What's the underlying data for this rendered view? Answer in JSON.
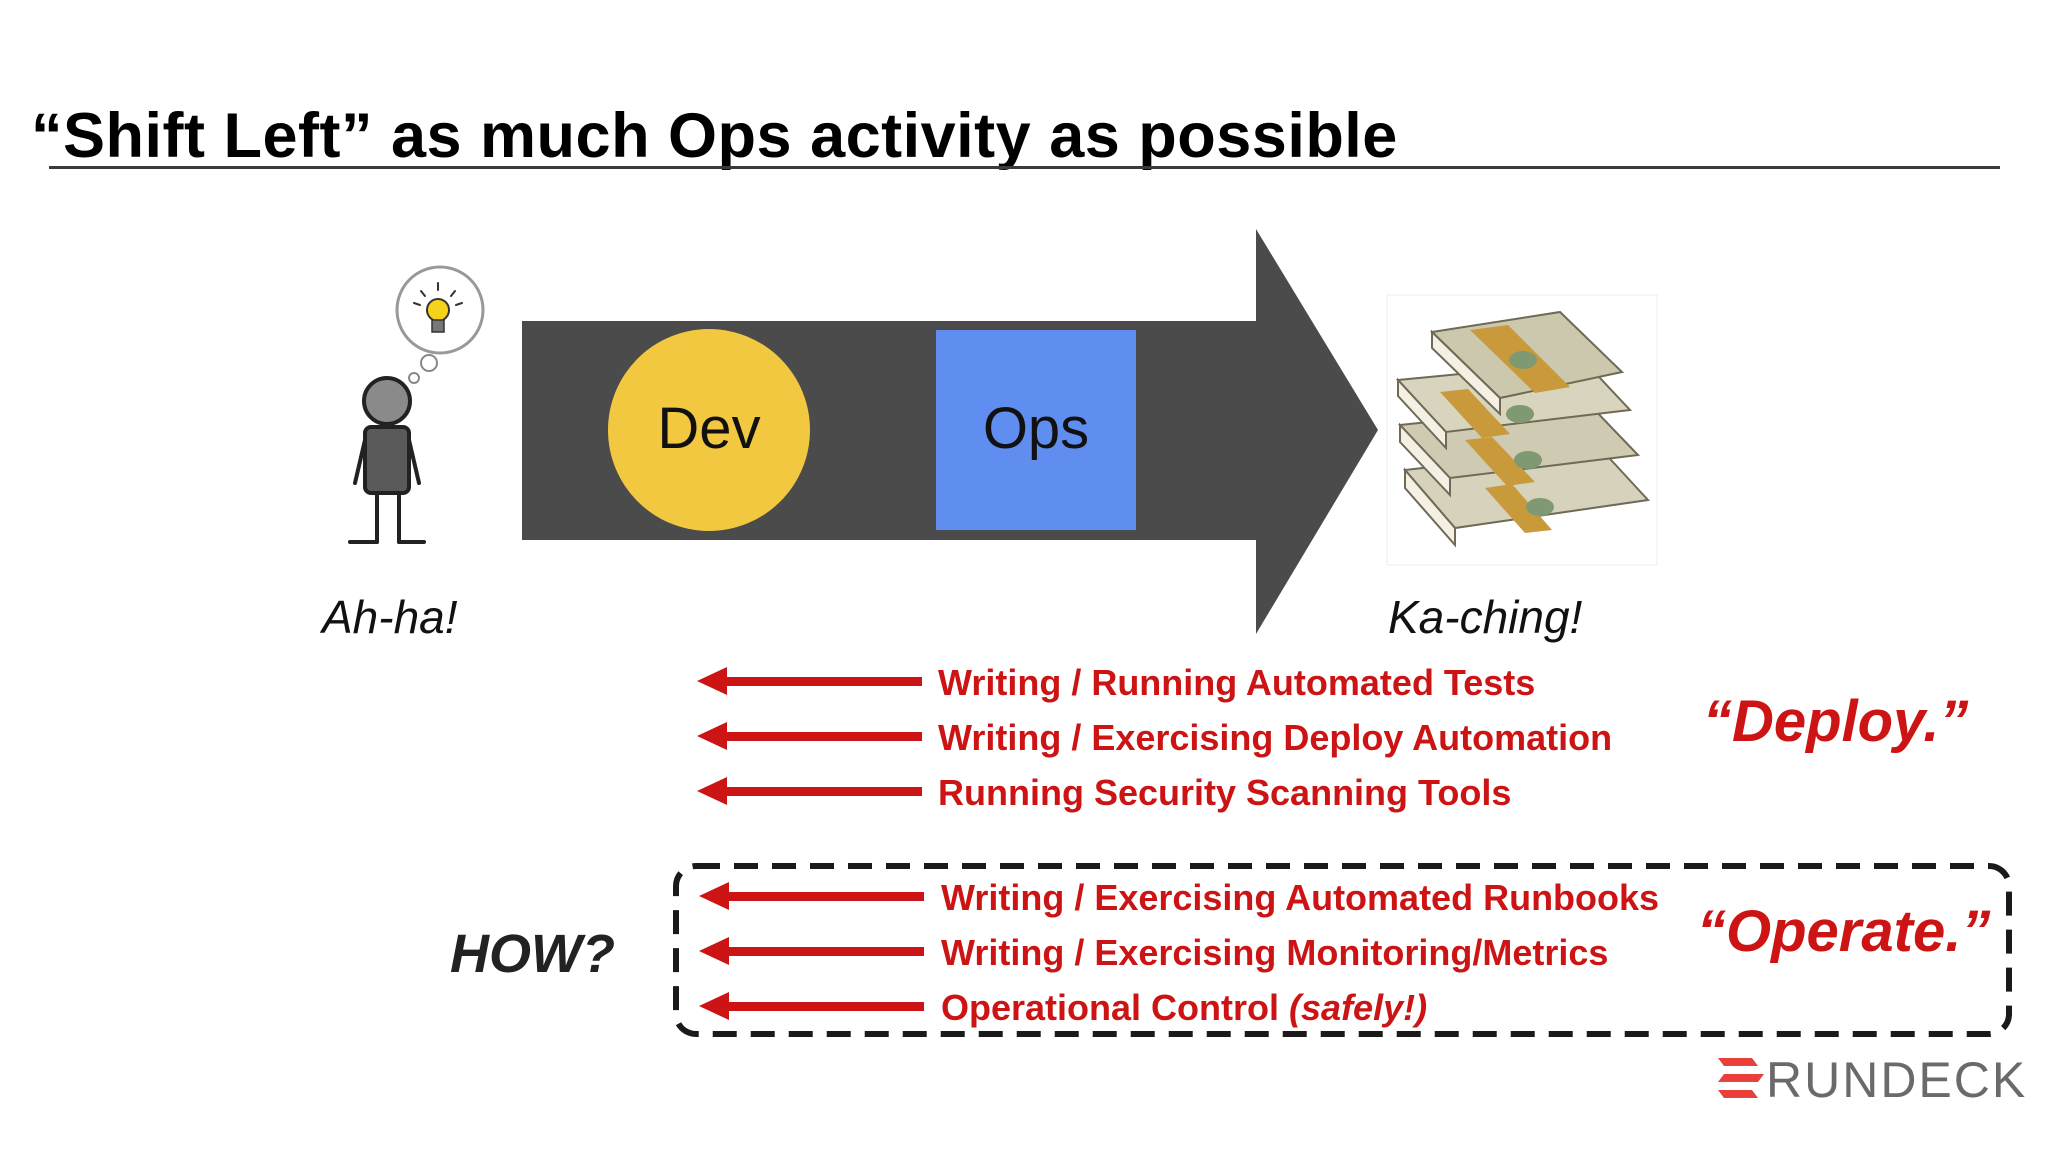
{
  "slide": {
    "title": "“Shift Left” as much Ops activity as possible"
  },
  "flow": {
    "start_caption": "Ah-ha!",
    "end_caption": "Ka-ching!",
    "dev_label": "Dev",
    "ops_label": "Ops"
  },
  "deploy_group": {
    "label": "“Deploy.”",
    "items": [
      "Writing / Running Automated Tests",
      "Writing / Exercising Deploy Automation",
      "Running Security Scanning Tools"
    ]
  },
  "operate_group": {
    "label": "“Operate.”",
    "items": [
      "Writing / Exercising Automated Runbooks",
      "Writing / Exercising Monitoring/Metrics"
    ],
    "last_item_prefix": "Operational Control",
    "last_item_emphasis": "(safely!)"
  },
  "how_label": "HOW?",
  "logo": {
    "text": "RUNDECK"
  },
  "colors": {
    "arrow": "#4b4b4b",
    "dev": "#f2c840",
    "ops": "#5f8ef0",
    "accent_red": "#cc1414",
    "logo_red": "#e8413c"
  },
  "icons": [
    "stick-figure-icon",
    "lightbulb-icon",
    "money-stack-icon",
    "rundeck-logo-icon"
  ]
}
